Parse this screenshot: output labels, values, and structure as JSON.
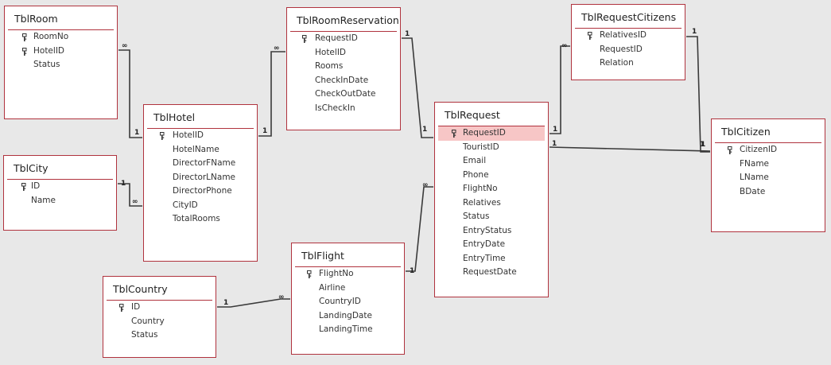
{
  "tables": [
    {
      "id": "room",
      "title": "TblRoom",
      "fields": [
        {
          "name": "RoomNo",
          "key": true
        },
        {
          "name": "HotelID",
          "key": true
        },
        {
          "name": "Status",
          "key": false
        }
      ]
    },
    {
      "id": "city",
      "title": "TblCity",
      "fields": [
        {
          "name": "ID",
          "key": true
        },
        {
          "name": "Name",
          "key": false
        }
      ]
    },
    {
      "id": "hotel",
      "title": "TblHotel",
      "fields": [
        {
          "name": "HotelID",
          "key": true
        },
        {
          "name": "HotelName",
          "key": false
        },
        {
          "name": "DirectorFName",
          "key": false
        },
        {
          "name": "DirectorLName",
          "key": false
        },
        {
          "name": "DirectorPhone",
          "key": false
        },
        {
          "name": "CityID",
          "key": false
        },
        {
          "name": "TotalRooms",
          "key": false
        }
      ]
    },
    {
      "id": "roomres",
      "title": "TblRoomReservation",
      "fields": [
        {
          "name": "RequestID",
          "key": true
        },
        {
          "name": "HotelID",
          "key": false
        },
        {
          "name": "Rooms",
          "key": false
        },
        {
          "name": "CheckInDate",
          "key": false
        },
        {
          "name": "CheckOutDate",
          "key": false
        },
        {
          "name": "IsCheckIn",
          "key": false
        }
      ]
    },
    {
      "id": "country",
      "title": "TblCountry",
      "fields": [
        {
          "name": "ID",
          "key": true
        },
        {
          "name": "Country",
          "key": false
        },
        {
          "name": "Status",
          "key": false
        }
      ]
    },
    {
      "id": "flight",
      "title": "TblFlight",
      "fields": [
        {
          "name": "FlightNo",
          "key": true
        },
        {
          "name": "Airline",
          "key": false
        },
        {
          "name": "CountryID",
          "key": false
        },
        {
          "name": "LandingDate",
          "key": false
        },
        {
          "name": "LandingTime",
          "key": false
        }
      ]
    },
    {
      "id": "request",
      "title": "TblRequest",
      "fields": [
        {
          "name": "RequestID",
          "key": true,
          "selected": true
        },
        {
          "name": "TouristID",
          "key": false
        },
        {
          "name": "Email",
          "key": false
        },
        {
          "name": "Phone",
          "key": false
        },
        {
          "name": "FlightNo",
          "key": false
        },
        {
          "name": "Relatives",
          "key": false
        },
        {
          "name": "Status",
          "key": false
        },
        {
          "name": "EntryStatus",
          "key": false
        },
        {
          "name": "EntryDate",
          "key": false
        },
        {
          "name": "EntryTime",
          "key": false
        },
        {
          "name": "RequestDate",
          "key": false
        }
      ]
    },
    {
      "id": "reqcit",
      "title": "TblRequestCitizens",
      "fields": [
        {
          "name": "RelativesID",
          "key": true
        },
        {
          "name": "RequestID",
          "key": false
        },
        {
          "name": "Relation",
          "key": false
        }
      ]
    },
    {
      "id": "citizen",
      "title": "TblCitizen",
      "fields": [
        {
          "name": "CitizenID",
          "key": true
        },
        {
          "name": "FName",
          "key": false
        },
        {
          "name": "LName",
          "key": false
        },
        {
          "name": "BDate",
          "key": false
        }
      ]
    }
  ],
  "relationships": [
    {
      "from": "room.HotelID",
      "to": "hotel.HotelID",
      "from_card": "∞",
      "to_card": "1"
    },
    {
      "from": "city.ID",
      "to": "hotel.CityID",
      "from_card": "1",
      "to_card": "∞"
    },
    {
      "from": "hotel.HotelID",
      "to": "roomres.HotelID",
      "from_card": "1",
      "to_card": "∞"
    },
    {
      "from": "roomres.RequestID",
      "to": "request.RequestID",
      "from_card": "1",
      "to_card": "1"
    },
    {
      "from": "reqcit.RequestID",
      "to": "request.RequestID",
      "from_card": "∞",
      "to_card": "1"
    },
    {
      "from": "reqcit.RelativesID",
      "to": "citizen.CitizenID",
      "from_card": "1",
      "to_card": "1"
    },
    {
      "from": "request.TouristID",
      "to": "citizen.CitizenID",
      "from_card": "1",
      "to_card": "1"
    },
    {
      "from": "flight.FlightNo",
      "to": "request.FlightNo",
      "from_card": "1",
      "to_card": "∞"
    },
    {
      "from": "country.ID",
      "to": "flight.CountryID",
      "from_card": "1",
      "to_card": "∞"
    }
  ]
}
